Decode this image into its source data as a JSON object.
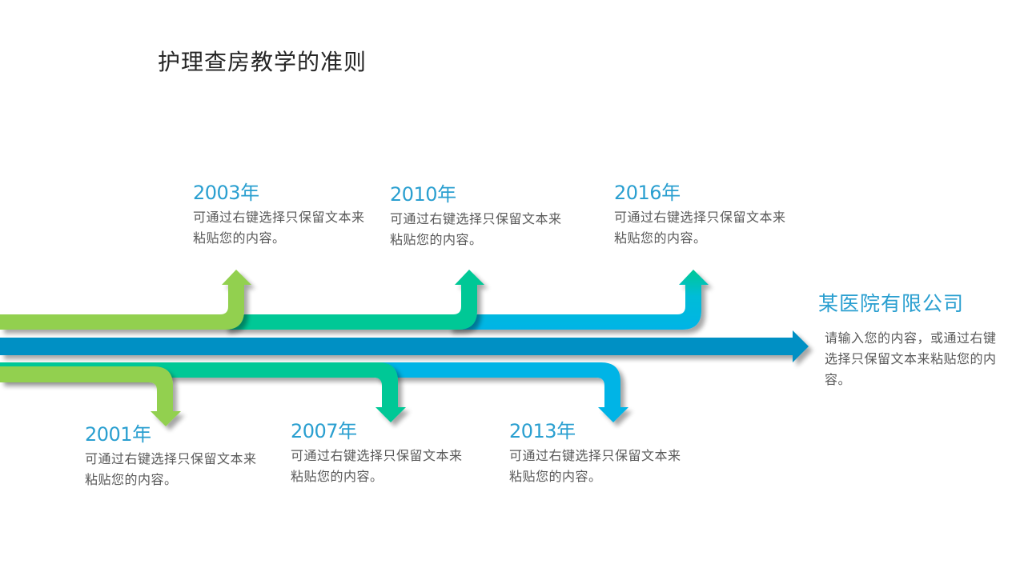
{
  "slide": {
    "title": "护理查房教学的准则"
  },
  "colors": {
    "green": "#92d050",
    "teal": "#00c896",
    "cyan": "#00b4e6",
    "main_blue": "#0090c4",
    "year_text": "#2a9fd0",
    "body_text": "#595959"
  },
  "milestones_top": [
    {
      "year": "2003年",
      "desc": "可通过右键选择只保留文本来粘贴您的内容。",
      "arrow_color": "green",
      "arrow_icon": "arrow-up-icon"
    },
    {
      "year": "2010年",
      "desc": "可通过右键选择只保留文本来粘贴您的内容。",
      "arrow_color": "teal",
      "arrow_icon": "arrow-up-icon"
    },
    {
      "year": "2016年",
      "desc": "可通过右键选择只保留文本来粘贴您的内容。",
      "arrow_color": "cyan",
      "arrow_icon": "arrow-up-icon"
    }
  ],
  "milestones_bottom": [
    {
      "year": "2001年",
      "desc": "可通过右键选择只保留文本来粘贴您的内容。",
      "arrow_color": "green",
      "arrow_icon": "arrow-down-icon"
    },
    {
      "year": "2007年",
      "desc": "可通过右键选择只保留文本来粘贴您的内容。",
      "arrow_color": "teal",
      "arrow_icon": "arrow-down-icon"
    },
    {
      "year": "2013年",
      "desc": "可通过右键选择只保留文本来粘贴您的内容。",
      "arrow_color": "cyan",
      "arrow_icon": "arrow-down-icon"
    }
  ],
  "company": {
    "name": "某医院有限公司",
    "desc": "请输入您的内容，或通过右键选择只保留文本来粘贴您的内容。",
    "arrow_icon": "arrow-right-icon"
  }
}
